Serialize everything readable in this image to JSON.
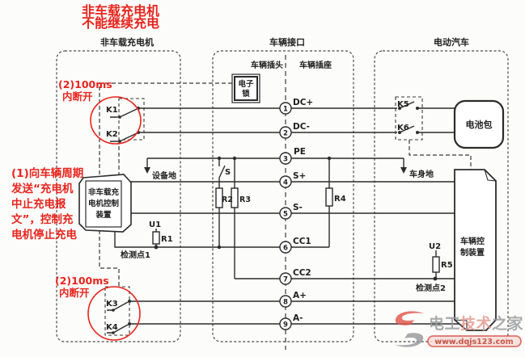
{
  "title": {
    "line1": "非车载充电机",
    "line2": "不能继续充电"
  },
  "sections": {
    "charger": "非车载充电机",
    "interface": "车辆接口",
    "vehicle": "电动汽车",
    "plug": "车辆插头",
    "socket": "车辆插座"
  },
  "annotations": {
    "top_note_1": "(2)100ms",
    "top_note_2": "内断开",
    "bottom_note_1": "(2)100ms",
    "bottom_note_2": "内断开",
    "left_para": [
      "(1)向车辆周期",
      "发送“充电机",
      "中止充电报",
      "文”，控制充",
      "电机停止充电"
    ]
  },
  "components": {
    "lock_line1": "电子",
    "lock_line2": "锁",
    "battery": "电池包",
    "charger_ctrl": [
      "非车载充",
      "电机控制",
      "装置"
    ],
    "vehicle_ctrl": [
      "车辆控",
      "制装置"
    ],
    "detect1": "检测点1",
    "detect2": "检测点2",
    "equip_ground": "设备地",
    "body_ground": "车身地"
  },
  "relays": {
    "k1": "K1",
    "k2": "K2",
    "k3": "K3",
    "k4": "K4",
    "k5": "K5",
    "k6": "K6"
  },
  "parts": {
    "s": "S",
    "u1": "U1",
    "u2": "U2",
    "r1": "R1",
    "r2": "R2",
    "r3": "R3",
    "r4": "R4",
    "r5": "R5"
  },
  "terminals": [
    {
      "num": "1",
      "label": "DC+"
    },
    {
      "num": "2",
      "label": "DC-"
    },
    {
      "num": "3",
      "label": "PE"
    },
    {
      "num": "4",
      "label": "S+"
    },
    {
      "num": "5",
      "label": "S-"
    },
    {
      "num": "6",
      "label": "CC1"
    },
    {
      "num": "7",
      "label": "CC2"
    },
    {
      "num": "8",
      "label": "A+"
    },
    {
      "num": "9",
      "label": "A-"
    }
  ],
  "watermark": {
    "name_part1": "电工",
    "name_part2": "技术",
    "name_part3": "之家",
    "url": "www.dqjs123.com"
  },
  "colors": {
    "red": "#e8241d",
    "line": "#2b2b2b",
    "watermark_gray": "#97999b",
    "watermark_red": "#e2978e"
  }
}
